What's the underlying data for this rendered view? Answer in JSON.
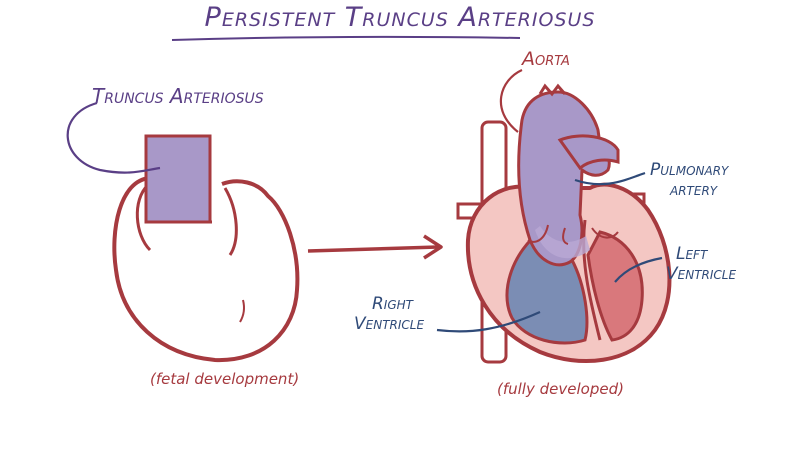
{
  "title": "Persistent Truncus Arteriosus",
  "labels": {
    "truncus": "Truncus Arteriosus",
    "aorta": "Aorta",
    "pulmonary_line1": "Pulmonary",
    "pulmonary_line2": "artery",
    "left_line1": "Left",
    "left_line2": "Ventricle",
    "right_line1": "Right",
    "right_line2": "Ventricle"
  },
  "captions": {
    "fetal": "(fetal development)",
    "developed": "(fully developed)"
  },
  "colors": {
    "outline": "#a63a3f",
    "truncus_fill": "#a898c8",
    "right_ventricle": "#7b8db4",
    "left_ventricle": "#d9787c",
    "heart_wall": "#f4c7c3",
    "title": "#5a3f86",
    "label_blue": "#2f4a78"
  }
}
